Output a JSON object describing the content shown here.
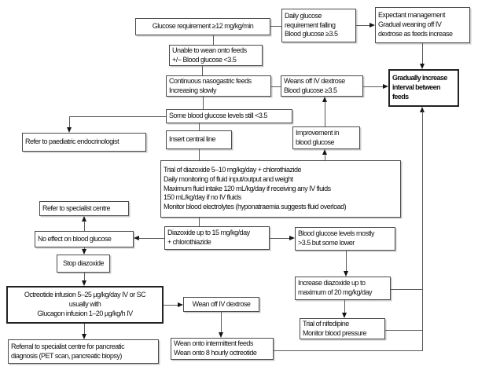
{
  "diagram": {
    "type": "flowchart",
    "colors": {
      "background": "#ffffff",
      "box_fill": "#ffffff",
      "box_border": "#4a4a4a",
      "text": "#111111",
      "connector": "#5a5a5a",
      "arrowhead": "#141414"
    },
    "nodes": {
      "glucose_req": {
        "text": "Glucose requirement ≥12 mg/kg/min"
      },
      "daily_glucose": {
        "text": "Daily glucose\nrequirement falling\nBlood glucose ≥3.5"
      },
      "expectant": {
        "text": "Expectant management\nGradual weaning off IV\ndextrose as feeds increase"
      },
      "unable_wean": {
        "text": "Unable to wean onto feeds\n+/− Blood glucose <3.5"
      },
      "continuous_ng": {
        "text": "Continuous nasogastric feeds\nIncreasing slowly"
      },
      "weans_off": {
        "text": "Weans off IV dextrose\nBlood glucose ≥3.5"
      },
      "gradually_increase": {
        "text": "Gradually increase\ninterval between\nfeeds"
      },
      "some_bg": {
        "text": "Some blood glucose levels still <3.5"
      },
      "refer_paed": {
        "text": "Refer to paediatric endocrinologist"
      },
      "insert_line": {
        "text": "Insert central line"
      },
      "improvement": {
        "text": "Improvement in\nblood glucose"
      },
      "trial_diazoxide": {
        "text": "Trial of diazoxide 5–10 mg/kg/day + chlorothiazide\nDaily monitoring of fluid input/output and weight\nMaximum fluid intake 120 mL/kg/day if receiving any IV fluids\n150 mL/kg/day if no IV fluids\nMonitor blood electrolytes (hyponatraemia suggests fluid overload)"
      },
      "refer_specialist": {
        "text": "Refer to specialist centre"
      },
      "no_effect": {
        "text": "No effect on blood glucose"
      },
      "stop_diazoxide": {
        "text": "Stop diazoxide"
      },
      "diazoxide_15": {
        "text": "Diazoxide up to 15 mg/kg/day\n+ chlorothiazide"
      },
      "bg_mostly": {
        "text": "Blood glucose levels mostly\n>3.5 but some lower"
      },
      "increase_diazoxide": {
        "text": "Increase diazoxide up to\nmaximum of 20 mg/kg/day"
      },
      "nifedipine": {
        "text": "Trial of nifedipine\nMonitor blood pressure"
      },
      "octreotide": {
        "text": "Octreotide infusion 5–25 µg/kg/day IV or SC\nusually with\nGlucagon infusion 1–20 µg/kg/h IV"
      },
      "referral_pancreatic": {
        "text": "Referral to specialist centre for pancreatic\ndiagnosis (PET scan, pancreatic biopsy)"
      },
      "wean_off_dextrose": {
        "text": "Wean off IV dextrose"
      },
      "wean_intermittent": {
        "text": "Wean onto intermittent feeds\nWean onto 8 hourly octreotide"
      }
    },
    "edges": [
      {
        "from": "glucose_req",
        "to": "daily_glucose",
        "arrow": false
      },
      {
        "from": "daily_glucose",
        "to": "expectant",
        "arrow": true
      },
      {
        "from": "expectant",
        "to": "gradually_increase",
        "arrow": true
      },
      {
        "from": "glucose_req",
        "to": "unable_wean",
        "arrow": false
      },
      {
        "from": "unable_wean",
        "to": "continuous_ng",
        "arrow": false
      },
      {
        "from": "continuous_ng",
        "to": "weans_off",
        "arrow": false
      },
      {
        "from": "weans_off",
        "to": "gradually_increase",
        "arrow": true
      },
      {
        "from": "continuous_ng",
        "to": "some_bg",
        "arrow": false
      },
      {
        "from": "some_bg",
        "to": "refer_paed",
        "arrow": true
      },
      {
        "from": "some_bg",
        "to": "insert_line",
        "arrow": false
      },
      {
        "from": "insert_line",
        "to": "trial_diazoxide",
        "arrow": false
      },
      {
        "from": "trial_diazoxide",
        "to": "improvement",
        "arrow": true
      },
      {
        "from": "improvement",
        "to": "weans_off",
        "arrow": true
      },
      {
        "from": "trial_diazoxide",
        "to": "diazoxide_15",
        "arrow": false
      },
      {
        "from": "diazoxide_15",
        "to": "no_effect",
        "arrow": true
      },
      {
        "from": "diazoxide_15",
        "to": "bg_mostly",
        "arrow": true
      },
      {
        "from": "no_effect",
        "to": "refer_specialist",
        "arrow": true
      },
      {
        "from": "no_effect",
        "to": "stop_diazoxide",
        "arrow": true
      },
      {
        "from": "stop_diazoxide",
        "to": "octreotide",
        "arrow": true
      },
      {
        "from": "octreotide",
        "to": "referral_pancreatic",
        "arrow": true
      },
      {
        "from": "octreotide",
        "to": "wean_off_dextrose",
        "arrow": true
      },
      {
        "from": "wean_off_dextrose",
        "to": "wean_intermittent",
        "arrow": true
      },
      {
        "from": "bg_mostly",
        "to": "increase_diazoxide",
        "arrow": true
      },
      {
        "from": "increase_diazoxide",
        "to": "nifedipine",
        "arrow": true
      },
      {
        "from": "increase_diazoxide",
        "to": "gradually_increase",
        "arrow": true
      },
      {
        "from": "nifedipine",
        "to": "gradually_increase",
        "arrow": true
      },
      {
        "from": "wean_intermittent",
        "to": "gradually_increase",
        "arrow": true
      }
    ]
  }
}
